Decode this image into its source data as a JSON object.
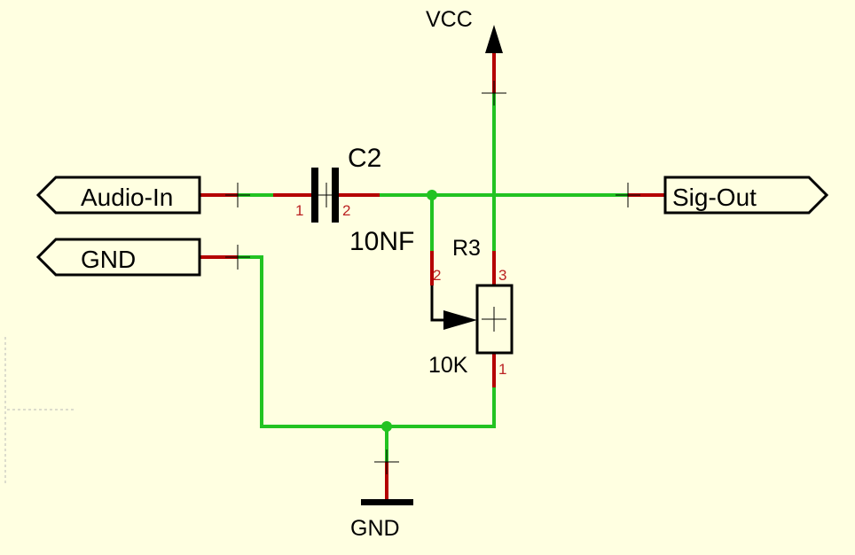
{
  "ports": {
    "audio_in": "Audio-In",
    "gnd_port": "GND",
    "sig_out": "Sig-Out"
  },
  "power": {
    "vcc": "VCC",
    "gnd": "GND"
  },
  "capacitor": {
    "ref": "C2",
    "value": "10NF",
    "pin1": "1",
    "pin2": "2"
  },
  "potentiometer": {
    "ref": "R3",
    "value": "10K",
    "pin1": "1",
    "pin2": "2",
    "pin3": "3"
  },
  "colors": {
    "background": "#ffffe1",
    "wire": "#22c322",
    "pin": "#b40000",
    "pin_number": "#b22222"
  }
}
